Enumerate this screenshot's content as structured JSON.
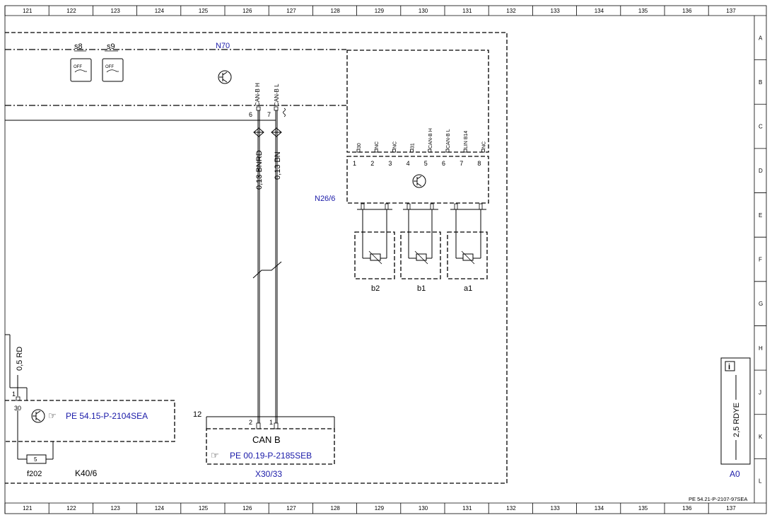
{
  "ruler": {
    "columns": [
      "121",
      "122",
      "123",
      "124",
      "125",
      "126",
      "127",
      "128",
      "129",
      "130",
      "131",
      "132",
      "133",
      "134",
      "135",
      "136",
      "137"
    ],
    "rows": [
      "A",
      "B",
      "C",
      "D",
      "E",
      "F",
      "G",
      "H",
      "J",
      "K",
      "L"
    ]
  },
  "components": {
    "n70": {
      "id": "N70",
      "pin_a": "6",
      "pin_b": "7",
      "sig_a": "CAN-B H",
      "sig_b": "CAN-B L"
    },
    "switch_s8": {
      "id": "s8",
      "text": "OFF"
    },
    "switch_s9": {
      "id": "s9",
      "text": "OFF"
    },
    "n26_6": {
      "id": "N26/6",
      "pins": [
        {
          "num": "1",
          "sig": "30"
        },
        {
          "num": "2",
          "sig": "NC"
        },
        {
          "num": "3",
          "sig": "NC"
        },
        {
          "num": "4",
          "sig": "31"
        },
        {
          "num": "5",
          "sig": "CAN-B H"
        },
        {
          "num": "6",
          "sig": "CAN-B L"
        },
        {
          "num": "7",
          "sig": "LIN B14"
        },
        {
          "num": "8",
          "sig": "NC"
        }
      ]
    },
    "sensors": [
      {
        "id": "b2"
      },
      {
        "id": "b1"
      },
      {
        "id": "a1"
      }
    ],
    "k40_6": {
      "id": "K40/6",
      "pin_top": "1",
      "pin_30": "30",
      "fuse": "f202",
      "fuse_num": "5",
      "ref": "PE 54.15-P-2104SEA"
    },
    "x30_33": {
      "id": "X30/33",
      "title": "CAN B",
      "pin_left": "2",
      "pin_right": "1",
      "pin_top": "12",
      "ref": "PE 00.19-P-2185SEB"
    },
    "a0": {
      "id": "A0",
      "wire": "2,5 RDYE",
      "info_icon": "i"
    }
  },
  "wires": {
    "can_h": "0,13 BNRD",
    "can_l": "0,13 BN",
    "k40_supply": "0,5 RD"
  },
  "footer": {
    "doc_ref": "PE 54.21-P-2107-97SEA"
  },
  "colors": {
    "label_blue": "#1a1aa8",
    "line": "#000000"
  }
}
